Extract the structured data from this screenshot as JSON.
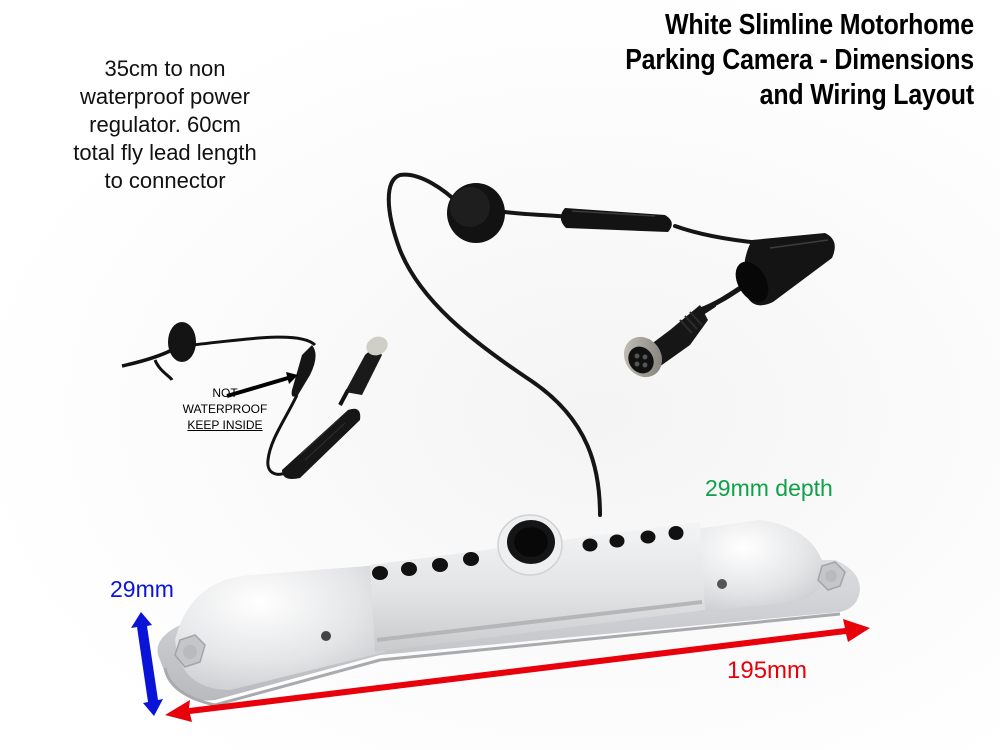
{
  "title": {
    "lines": [
      "White Slimline Motorhome",
      "Parking Camera - Dimensions",
      "and Wiring Layout"
    ]
  },
  "cable_note": {
    "lines": [
      "35cm to non",
      "waterproof power",
      "regulator. 60cm",
      "total fly lead length",
      "to connector"
    ]
  },
  "inset": {
    "label_lines": [
      "NOT",
      "WATERPROOF",
      "KEEP INSIDE"
    ]
  },
  "dimensions": {
    "depth": {
      "label": "29mm depth",
      "color": "#0fa04a"
    },
    "height": {
      "label": "29mm",
      "color": "#0a14d9"
    },
    "width": {
      "label": "195mm",
      "color": "#e8000a"
    }
  },
  "product": {
    "body_color": "#e6e7e9",
    "cable_color": "#111111",
    "ir_led_count_left": 4,
    "ir_led_count_right": 4,
    "connector": "4-pin aviation connector"
  }
}
